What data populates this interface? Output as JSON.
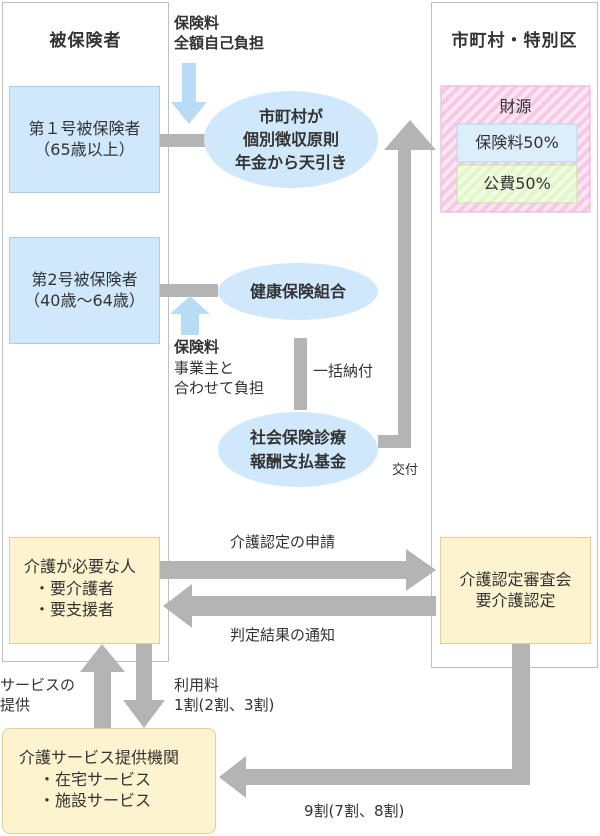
{
  "left_panel": {
    "title": "被保険者"
  },
  "right_panel": {
    "title": "市町村・特別区"
  },
  "insured_first": "第１号被保険者\n（65歳以上）",
  "insured_second": "第2号被保険者\n（40歳〜64歳）",
  "premium_first": "保険料\n全額自己負担",
  "premium_second": {
    "title": "保険料",
    "text": "事業主と\n合わせて負担"
  },
  "municipality_collect": "市町村が\n個別徴収原則\n年金から天引き",
  "health_insurance": "健康保険組合",
  "lump_sum": "一括納付",
  "fund": "社会保険診療\n報酬支払基金",
  "grant": "交付",
  "finance": {
    "title": "財源",
    "items": [
      {
        "label": "保険料50%"
      },
      {
        "label": "公費50%"
      }
    ]
  },
  "person_needing_care": {
    "title": "介護が必要な人",
    "items": [
      "・要介護者",
      "・要支援者"
    ]
  },
  "application": "介護認定の申請",
  "result_notice": "判定結果の通知",
  "committee": "介護認定審査会\n要介護認定",
  "service_provision": "サービスの\n提供",
  "usage_fee": "利用料\n1割(2割、3割)",
  "provider": {
    "title": "介護サービス提供機関",
    "items": [
      "・在宅サービス",
      "・施設サービス"
    ]
  },
  "payment": "9割(7割、8割)",
  "colors": {
    "arrow_gray": "#b4b4b4",
    "arrow_light_blue": "#b9dcf6",
    "node_blue": "#cfe8fb",
    "node_cream": "#fdf3cf",
    "finance_pink": "#f6c8e6",
    "finance_green": "#e3f6c7",
    "panel_border": "#bfbfbf"
  }
}
